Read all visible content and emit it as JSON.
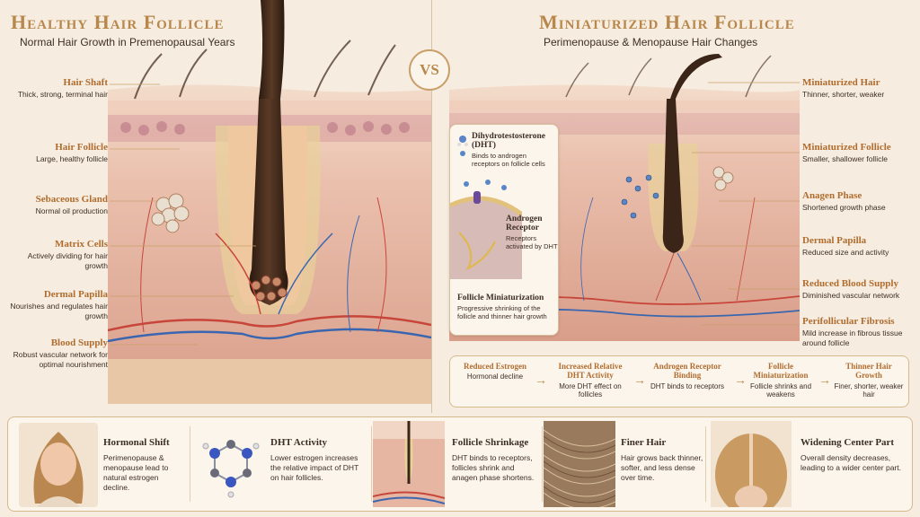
{
  "left": {
    "title": "Healthy Hair Follicle",
    "subtitle": "Normal Hair Growth in Premenopausal Years",
    "labels": [
      {
        "heading": "Hair Shaft",
        "desc": "Thick, strong, terminal hair"
      },
      {
        "heading": "Hair Follicle",
        "desc": "Large, healthy follicle"
      },
      {
        "heading": "Sebaceous Gland",
        "desc": "Normal oil production"
      },
      {
        "heading": "Matrix Cells",
        "desc": "Actively dividing for hair growth"
      },
      {
        "heading": "Dermal Papilla",
        "desc": "Nourishes and regulates hair growth"
      },
      {
        "heading": "Blood Supply",
        "desc": "Robust vascular network for optimal nourishment"
      }
    ]
  },
  "vs": "VS",
  "right": {
    "title": "Miniaturized Hair Follicle",
    "subtitle": "Perimenopause & Menopause Hair Changes",
    "labels": [
      {
        "heading": "Miniaturized Hair",
        "desc": "Thinner, shorter, weaker"
      },
      {
        "heading": "Miniaturized Follicle",
        "desc": "Smaller, shallower follicle"
      },
      {
        "heading": "Anagen Phase",
        "desc": "Shortened growth phase"
      },
      {
        "heading": "Dermal Papilla",
        "desc": "Reduced size and activity"
      },
      {
        "heading": "Reduced Blood Supply",
        "desc": "Diminished vascular network"
      },
      {
        "heading": "Perifollicular Fibrosis",
        "desc": "Mild increase in fibrous tissue around follicle"
      }
    ]
  },
  "callout": {
    "dht_title": "Dihydrotestosterone (DHT)",
    "dht_desc": "Binds to androgen receptors on follicle cells",
    "receptor_title": "Androgen Receptor",
    "receptor_desc": "Receptors activated by DHT",
    "mini_title": "Follicle Miniaturization",
    "mini_desc": "Progressive shrinking of the follicle and thinner hair growth"
  },
  "flow": [
    {
      "heading": "Reduced Estrogen",
      "desc": "Hormonal decline"
    },
    {
      "heading": "Increased Relative DHT Activity",
      "desc": "More DHT effect on follicles"
    },
    {
      "heading": "Androgen Receptor Binding",
      "desc": "DHT binds to receptors"
    },
    {
      "heading": "Follicle Miniaturization",
      "desc": "Follicle shrinks and weakens"
    },
    {
      "heading": "Thinner Hair Growth",
      "desc": "Finer, shorter, weaker hair"
    }
  ],
  "cards": [
    {
      "title": "Hormonal Shift",
      "desc": "Perimenopause & menopause lead to natural estrogen decline."
    },
    {
      "title": "DHT Activity",
      "desc": "Lower estrogen increases the relative impact of DHT on hair follicles."
    },
    {
      "title": "Follicle Shrinkage",
      "desc": "DHT binds to receptors, follicles shrink and anagen phase shortens."
    },
    {
      "title": "Finer Hair",
      "desc": "Hair grows back thinner, softer, and less dense over time."
    },
    {
      "title": "Widening Center Part",
      "desc": "Overall density decreases, leading to a wider center part."
    }
  ],
  "colors": {
    "accent": "#b06d2f",
    "title": "#b8874c",
    "skin": "#e9b8a4",
    "hair": "#3a2518",
    "blood_red": "#c8453a",
    "blood_blue": "#3a66b0"
  }
}
